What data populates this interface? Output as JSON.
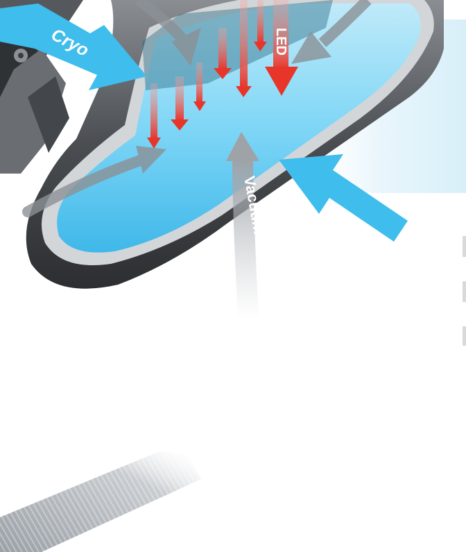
{
  "labels": {
    "cryo": "Cryo",
    "led": "LED",
    "vacuum": "Vacuum"
  },
  "colors": {
    "cryo_blue": "#3fbdec",
    "gel_blue": "#7fd6f6",
    "led_red": "#e8352a",
    "vacuum_gray": "#b9bdc2",
    "housing_dark": "#3c3f43",
    "housing_mid": "#6c7075"
  },
  "components": {
    "applicator": "applicator-head",
    "hose": "vacuum-hose"
  }
}
